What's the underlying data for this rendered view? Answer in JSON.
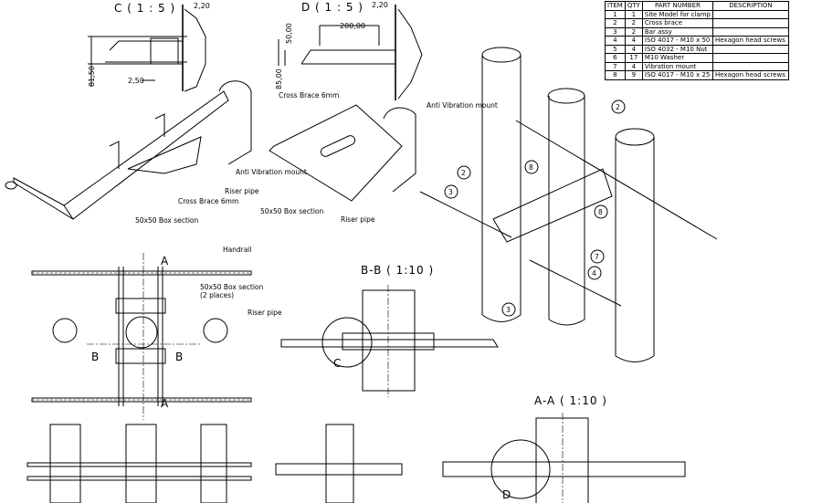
{
  "views": {
    "detail_c": {
      "title": "C ( 1 : 5 )",
      "dims": [
        "2,20",
        "81,50",
        "2,50"
      ]
    },
    "detail_d": {
      "title": "D ( 1 : 5 )",
      "dims": [
        "2,20",
        "200,00",
        "50,00",
        "85,00"
      ]
    },
    "iso_left": {
      "labels": [
        "Anti Vibration mount",
        "Riser pipe",
        "Cross Brace 6mm",
        "50x50 Box section"
      ]
    },
    "iso_mid": {
      "labels": [
        "Cross Brace 6mm",
        "Anti Vibration mount",
        "50x50 Box section",
        "Riser pipe"
      ]
    },
    "plan": {
      "labels": [
        "Handrail",
        "50x50 Box section",
        "(2 places)",
        "Riser pipe"
      ],
      "section_marks": [
        "A",
        "A",
        "B",
        "B"
      ]
    },
    "section_bb": {
      "title": "B-B ( 1:10 )",
      "detail_mark": "C"
    },
    "section_aa": {
      "title": "A-A ( 1:10 )",
      "detail_mark": "D"
    },
    "assembly_balloons": [
      "2",
      "3",
      "8",
      "2",
      "8",
      "7",
      "4",
      "3"
    ]
  },
  "bom": {
    "headers": [
      "ITEM",
      "QTY",
      "PART NUMBER",
      "DESCRIPTION"
    ],
    "rows": [
      [
        "1",
        "1",
        "Site Model for clamp",
        ""
      ],
      [
        "2",
        "2",
        "Cross brace",
        ""
      ],
      [
        "3",
        "2",
        "Bar assy",
        ""
      ],
      [
        "4",
        "4",
        "ISO 4017 - M10 x 50",
        "Hexagon head screws"
      ],
      [
        "5",
        "4",
        "ISO 4032 - M10 Nut",
        ""
      ],
      [
        "6",
        "17",
        "M10 Washer",
        ""
      ],
      [
        "7",
        "4",
        "Vibration mount",
        ""
      ],
      [
        "8",
        "9",
        "ISO 4017 - M10 x 25",
        "Hexagon head screws"
      ]
    ]
  }
}
